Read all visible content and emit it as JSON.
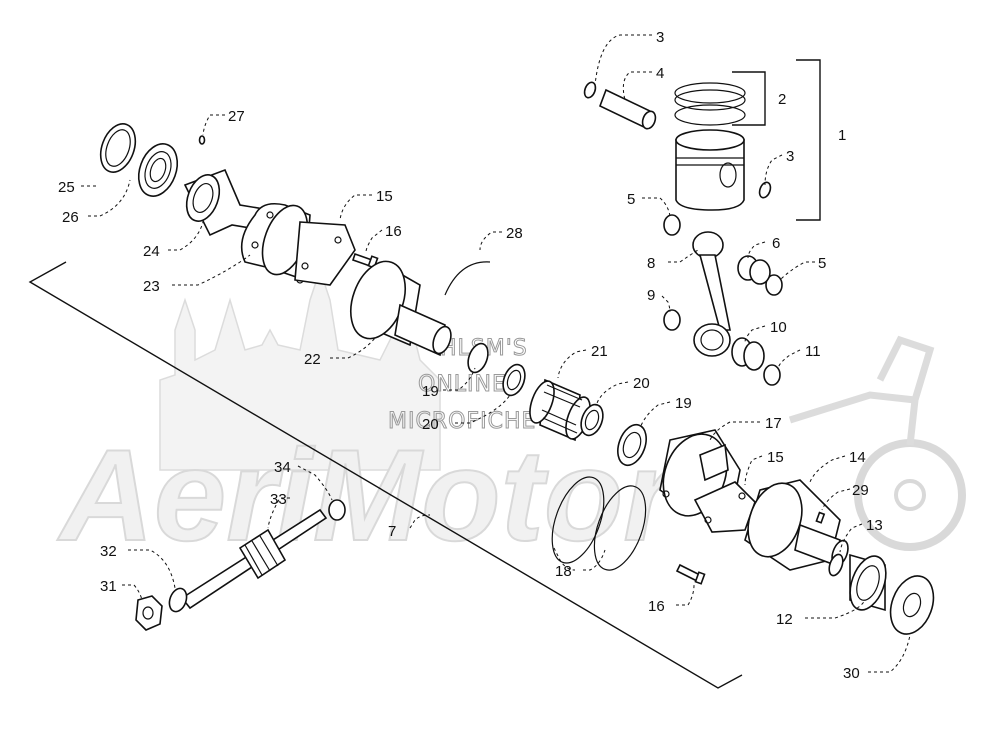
{
  "watermark": {
    "site_lines": [
      "HLSM'S",
      "ONLINE",
      "MICROFICHE"
    ],
    "logo_text": "AeriMotor"
  },
  "callouts": [
    {
      "id": "c1",
      "number": "1"
    },
    {
      "id": "c2",
      "number": "2"
    },
    {
      "id": "c3a",
      "number": "3"
    },
    {
      "id": "c3b",
      "number": "3"
    },
    {
      "id": "c4",
      "number": "4"
    },
    {
      "id": "c5a",
      "number": "5"
    },
    {
      "id": "c5b",
      "number": "5"
    },
    {
      "id": "c6",
      "number": "6"
    },
    {
      "id": "c7",
      "number": "7"
    },
    {
      "id": "c8",
      "number": "8"
    },
    {
      "id": "c9",
      "number": "9"
    },
    {
      "id": "c10",
      "number": "10"
    },
    {
      "id": "c11",
      "number": "11"
    },
    {
      "id": "c12",
      "number": "12"
    },
    {
      "id": "c13",
      "number": "13"
    },
    {
      "id": "c14",
      "number": "14"
    },
    {
      "id": "c15a",
      "number": "15"
    },
    {
      "id": "c15b",
      "number": "15"
    },
    {
      "id": "c16a",
      "number": "16"
    },
    {
      "id": "c16b",
      "number": "16"
    },
    {
      "id": "c17",
      "number": "17"
    },
    {
      "id": "c18",
      "number": "18"
    },
    {
      "id": "c19a",
      "number": "19"
    },
    {
      "id": "c19b",
      "number": "19"
    },
    {
      "id": "c20a",
      "number": "20"
    },
    {
      "id": "c20b",
      "number": "20"
    },
    {
      "id": "c21",
      "number": "21"
    },
    {
      "id": "c22",
      "number": "22"
    },
    {
      "id": "c23",
      "number": "23"
    },
    {
      "id": "c24",
      "number": "24"
    },
    {
      "id": "c25",
      "number": "25"
    },
    {
      "id": "c26",
      "number": "26"
    },
    {
      "id": "c27",
      "number": "27"
    },
    {
      "id": "c28",
      "number": "28"
    },
    {
      "id": "c29",
      "number": "29"
    },
    {
      "id": "c30",
      "number": "30"
    },
    {
      "id": "c31",
      "number": "31"
    },
    {
      "id": "c32",
      "number": "32"
    },
    {
      "id": "c33",
      "number": "33"
    },
    {
      "id": "c34",
      "number": "34"
    }
  ]
}
